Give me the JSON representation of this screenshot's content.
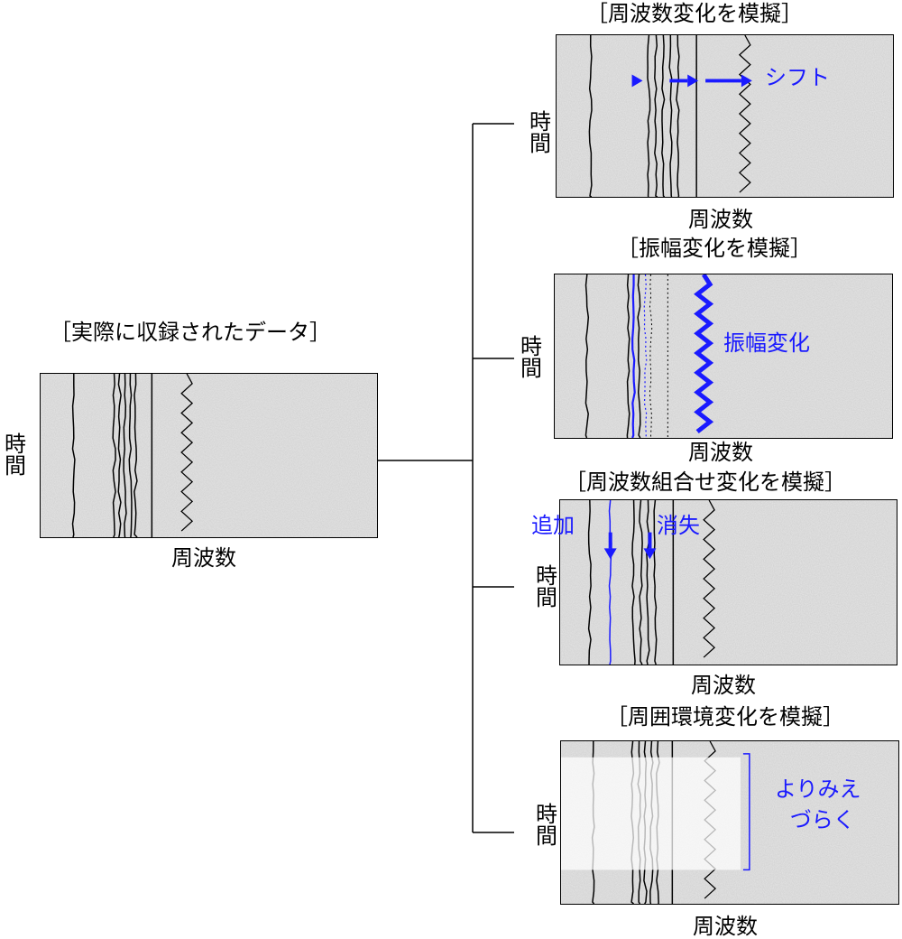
{
  "original": {
    "title": "［実際に収録されたデータ］",
    "xlabel": "周波数",
    "ylabel": "時間"
  },
  "panels": [
    {
      "title": "［周波数変化を模擬］",
      "xlabel": "周波数",
      "ylabel": "時間",
      "annotation": "シフト"
    },
    {
      "title": "［振幅変化を模擬］",
      "xlabel": "周波数",
      "ylabel": "時間",
      "annotation": "振幅変化"
    },
    {
      "title": "［周波数組合せ変化を模擬］",
      "xlabel": "周波数",
      "ylabel": "時間",
      "annotation_add": "追加",
      "annotation_remove": "消失"
    },
    {
      "title": "［周囲環境変化を模擬］",
      "xlabel": "周波数",
      "ylabel": "時間",
      "annotation_line1": "よりみえ",
      "annotation_line2": "づらく"
    }
  ],
  "colors": {
    "accent": "#1a1aff",
    "line": "#000000",
    "noise_bg": "#e6e6e6"
  }
}
